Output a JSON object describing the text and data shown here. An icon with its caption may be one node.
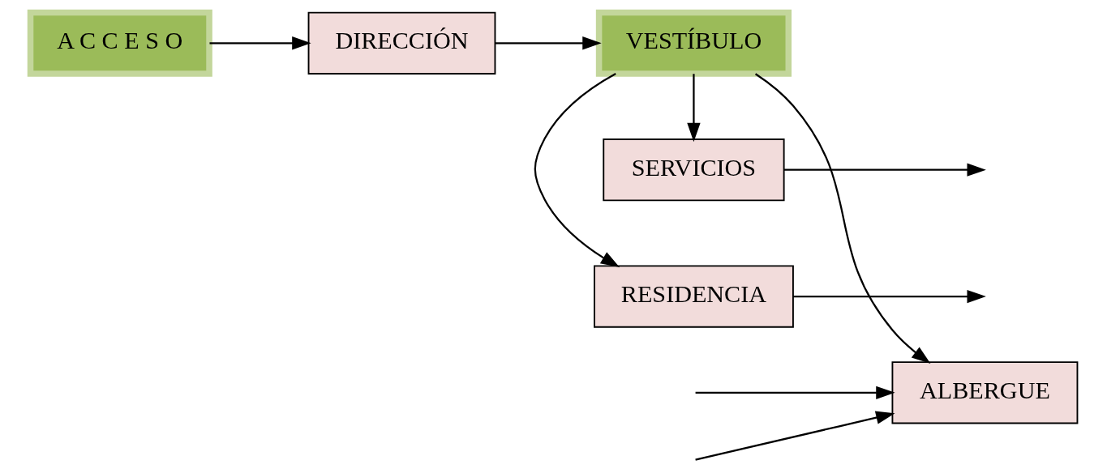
{
  "diagram": {
    "nodes": [
      {
        "text": [
          "A C C E S O"
        ]
      },
      {
        "text": [
          "DIRECCIÓN"
        ]
      },
      {
        "text": [
          "RESIDENCIA"
        ]
      },
      {
        "text": [
          "VESTÍBULO"
        ]
      },
      {
        "text": [
          "SERVICIOS"
        ]
      },
      {
        "text": [
          "ALBERGUE"
        ]
      }
    ],
    "edges": [
      {
        "from": 0,
        "to": 1,
        "arrow": "to"
      },
      {
        "from": 1,
        "to": 3,
        "arrow": "to"
      },
      {
        "from": 3,
        "to": 2,
        "arrow": "to"
      },
      {
        "from": 3,
        "to": 5,
        "arrow": "to"
      },
      {
        "from": 3,
        "to": 4,
        "arrow": "to"
      },
      {
        "from": 2,
        "to": null,
        "arrow": "to"
      },
      {
        "from": null,
        "to": 5,
        "arrow": "to"
      },
      {
        "from": 4,
        "to": null,
        "arrow": "to"
      },
      {
        "from": null,
        "to": 5,
        "arrow": "to"
      }
    ]
  }
}
